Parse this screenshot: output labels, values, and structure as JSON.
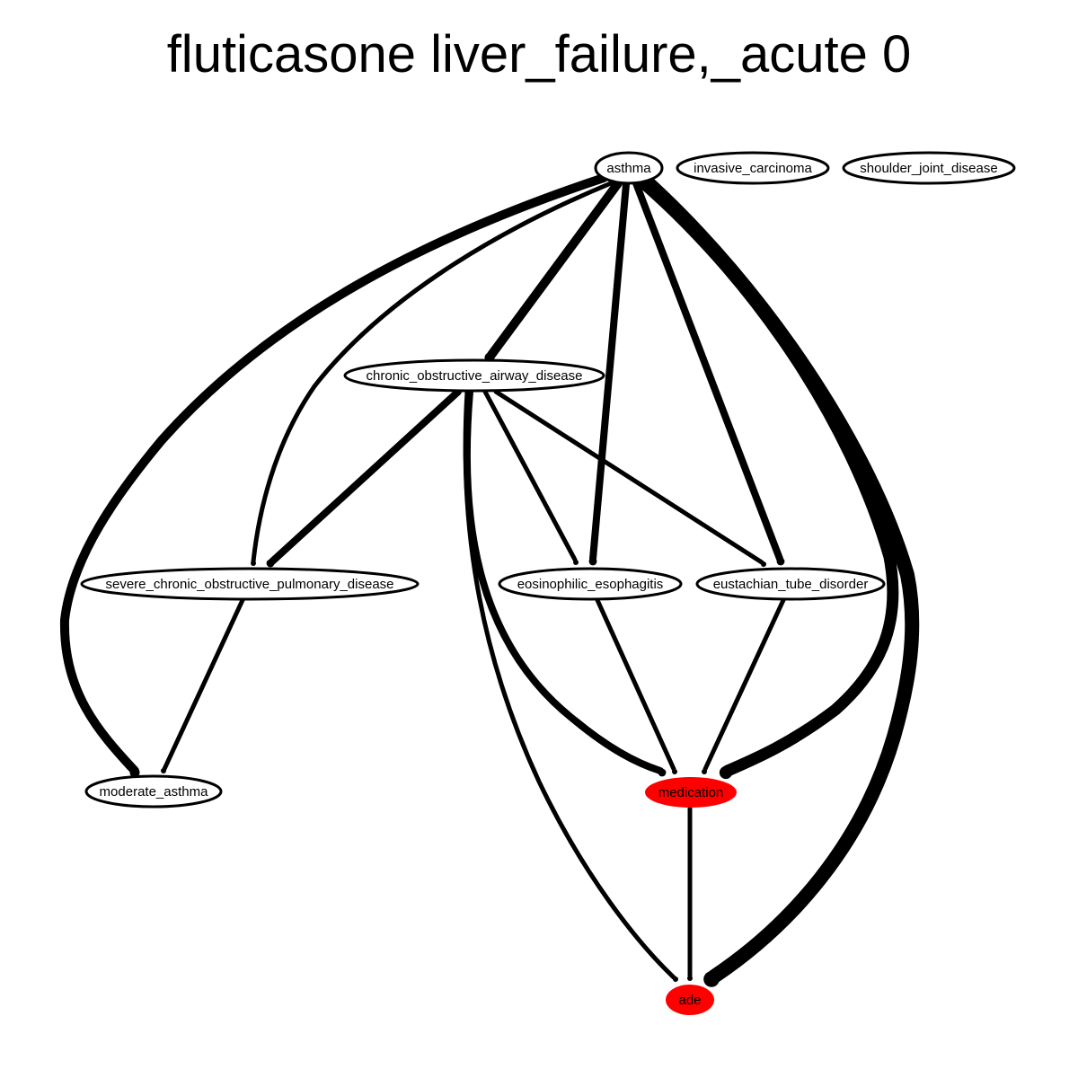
{
  "title": "fluticasone liver_failure,_acute 0",
  "colors": {
    "edge": "#000000",
    "node_stroke": "#000000",
    "node_fill_default": "#ffffff",
    "node_fill_highlight": "#ff0000"
  },
  "nodes": [
    {
      "id": "asthma",
      "label": "asthma",
      "highlight": false
    },
    {
      "id": "invasive_carcinoma",
      "label": "invasive_carcinoma",
      "highlight": false
    },
    {
      "id": "shoulder_joint_disease",
      "label": "shoulder_joint_disease",
      "highlight": false
    },
    {
      "id": "chronic_obstructive_airway_disease",
      "label": "chronic_obstructive_airway_disease",
      "highlight": false
    },
    {
      "id": "severe_chronic_obstructive_pulmonary_disease",
      "label": "severe_chronic_obstructive_pulmonary_disease",
      "highlight": false
    },
    {
      "id": "eosinophilic_esophagitis",
      "label": "eosinophilic_esophagitis",
      "highlight": false
    },
    {
      "id": "eustachian_tube_disorder",
      "label": "eustachian_tube_disorder",
      "highlight": false
    },
    {
      "id": "moderate_asthma",
      "label": "moderate_asthma",
      "highlight": false
    },
    {
      "id": "medication",
      "label": "medication",
      "highlight": true
    },
    {
      "id": "ade",
      "label": "ade",
      "highlight": true
    }
  ],
  "edges": [
    {
      "from": "asthma",
      "to": "moderate_asthma",
      "weight": 3
    },
    {
      "from": "asthma",
      "to": "severe_chronic_obstructive_pulmonary_disease",
      "weight": 1
    },
    {
      "from": "asthma",
      "to": "chronic_obstructive_airway_disease",
      "weight": 3
    },
    {
      "from": "asthma",
      "to": "eosinophilic_esophagitis",
      "weight": 2
    },
    {
      "from": "asthma",
      "to": "eustachian_tube_disorder",
      "weight": 2
    },
    {
      "from": "asthma",
      "to": "medication",
      "weight": 4
    },
    {
      "from": "asthma",
      "to": "ade",
      "weight": 5
    },
    {
      "from": "chronic_obstructive_airway_disease",
      "to": "severe_chronic_obstructive_pulmonary_disease",
      "weight": 2
    },
    {
      "from": "chronic_obstructive_airway_disease",
      "to": "eosinophilic_esophagitis",
      "weight": 1
    },
    {
      "from": "chronic_obstructive_airway_disease",
      "to": "eustachian_tube_disorder",
      "weight": 1
    },
    {
      "from": "chronic_obstructive_airway_disease",
      "to": "medication",
      "weight": 2
    },
    {
      "from": "chronic_obstructive_airway_disease",
      "to": "ade",
      "weight": 1
    },
    {
      "from": "severe_chronic_obstructive_pulmonary_disease",
      "to": "moderate_asthma",
      "weight": 1
    },
    {
      "from": "eosinophilic_esophagitis",
      "to": "medication",
      "weight": 1
    },
    {
      "from": "eustachian_tube_disorder",
      "to": "medication",
      "weight": 1
    },
    {
      "from": "medication",
      "to": "ade",
      "weight": 1
    }
  ]
}
